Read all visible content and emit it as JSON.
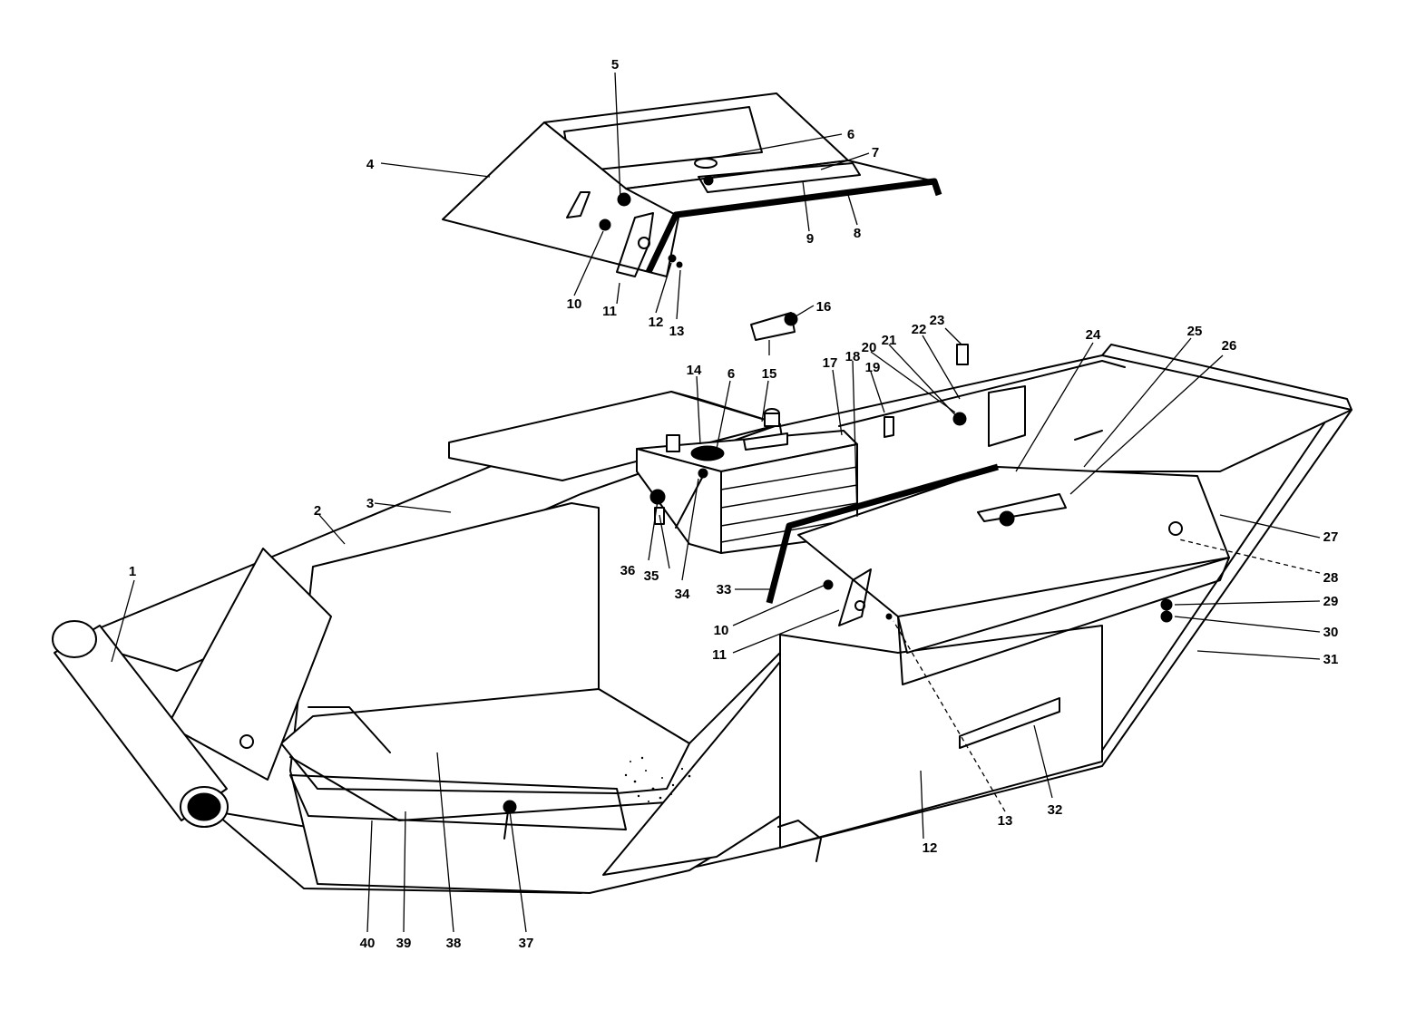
{
  "callouts": [
    {
      "id": "c1",
      "text": "1"
    },
    {
      "id": "c2",
      "text": "2"
    },
    {
      "id": "c3",
      "text": "3"
    },
    {
      "id": "c4",
      "text": "4"
    },
    {
      "id": "c5",
      "text": "5"
    },
    {
      "id": "c6a",
      "text": "6"
    },
    {
      "id": "c6b",
      "text": "6"
    },
    {
      "id": "c7",
      "text": "7"
    },
    {
      "id": "c8",
      "text": "8"
    },
    {
      "id": "c9",
      "text": "9"
    },
    {
      "id": "c10a",
      "text": "10"
    },
    {
      "id": "c10b",
      "text": "10"
    },
    {
      "id": "c11a",
      "text": "11"
    },
    {
      "id": "c11b",
      "text": "11"
    },
    {
      "id": "c12a",
      "text": "12"
    },
    {
      "id": "c12b",
      "text": "12"
    },
    {
      "id": "c13a",
      "text": "13"
    },
    {
      "id": "c13b",
      "text": "13"
    },
    {
      "id": "c14",
      "text": "14"
    },
    {
      "id": "c15",
      "text": "15"
    },
    {
      "id": "c16",
      "text": "16"
    },
    {
      "id": "c17",
      "text": "17"
    },
    {
      "id": "c18",
      "text": "18"
    },
    {
      "id": "c19",
      "text": "19"
    },
    {
      "id": "c20",
      "text": "20"
    },
    {
      "id": "c21",
      "text": "21"
    },
    {
      "id": "c22",
      "text": "22"
    },
    {
      "id": "c23",
      "text": "23"
    },
    {
      "id": "c24",
      "text": "24"
    },
    {
      "id": "c25",
      "text": "25"
    },
    {
      "id": "c26",
      "text": "26"
    },
    {
      "id": "c27",
      "text": "27"
    },
    {
      "id": "c28",
      "text": "28"
    },
    {
      "id": "c29",
      "text": "29"
    },
    {
      "id": "c30",
      "text": "30"
    },
    {
      "id": "c31",
      "text": "31"
    },
    {
      "id": "c32",
      "text": "32"
    },
    {
      "id": "c33",
      "text": "33"
    },
    {
      "id": "c34",
      "text": "34"
    },
    {
      "id": "c35",
      "text": "35"
    },
    {
      "id": "c36",
      "text": "36"
    },
    {
      "id": "c37",
      "text": "37"
    },
    {
      "id": "c38",
      "text": "38"
    },
    {
      "id": "c39",
      "text": "39"
    },
    {
      "id": "c40",
      "text": "40"
    }
  ]
}
